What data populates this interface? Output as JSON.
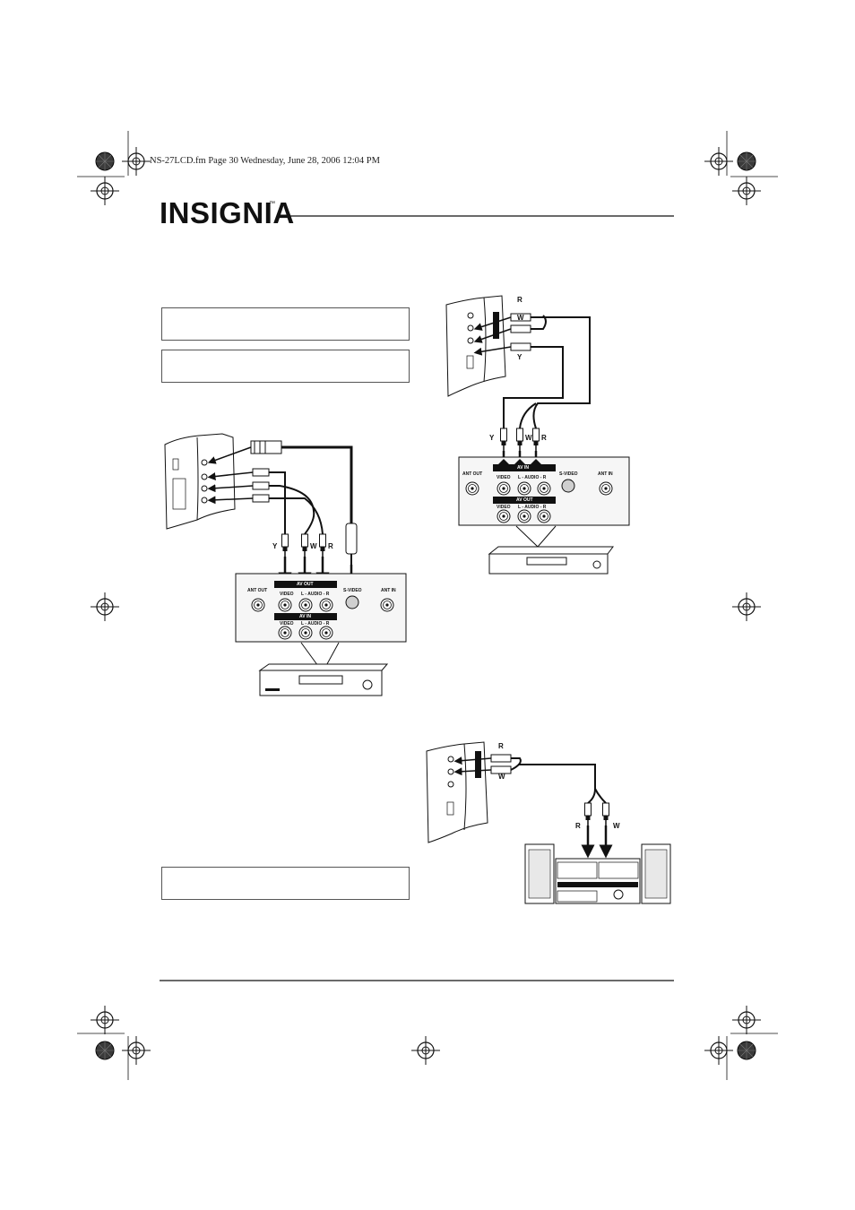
{
  "header": {
    "file_info": "NS-27LCD.fm  Page 30  Wednesday, June 28, 2006  12:04 PM",
    "logo_text": "INSIGNIA",
    "trademark": "™"
  },
  "diagram_left": {
    "cable_letters": [
      "Y",
      "W",
      "R"
    ],
    "panel_labels": {
      "ant_out": "ANT OUT",
      "av_out": "AV OUT",
      "video": "VIDEO",
      "audio": "L - AUDIO - R",
      "s_video": "S-VIDEO",
      "ant_in": "ANT IN",
      "av_in": "AV IN",
      "video2": "VIDEO",
      "audio2": "L - AUDIO - R"
    }
  },
  "diagram_right_top": {
    "cable_letters": [
      "Y",
      "W",
      "R"
    ],
    "tv_letters": [
      "R",
      "W",
      "Y"
    ],
    "panel_labels": {
      "ant_out": "ANT OUT",
      "av_in": "AV IN",
      "video": "VIDEO",
      "audio": "L - AUDIO - R",
      "s_video": "S-VIDEO",
      "ant_in": "ANT IN",
      "av_out": "AV OUT",
      "video2": "VIDEO",
      "audio2": "L - AUDIO - R"
    }
  },
  "diagram_right_bottom": {
    "tv_letters": [
      "R",
      "W"
    ],
    "cable_letters": [
      "R",
      "W"
    ]
  }
}
